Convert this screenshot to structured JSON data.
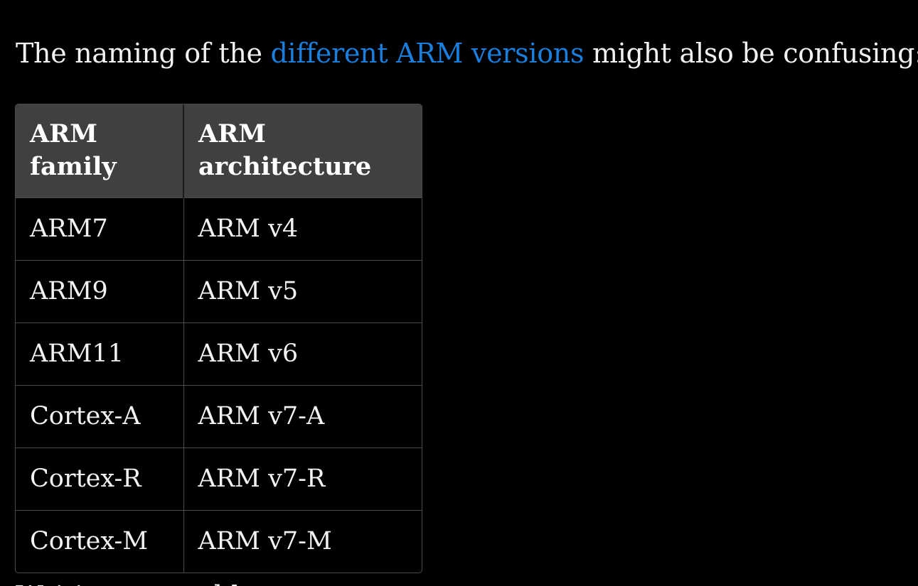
{
  "intro": {
    "before_link": "The naming of the ",
    "link_text": "different ARM versions",
    "after_link": " might also be confusing:",
    "link_color": "#1a7fdc"
  },
  "table": {
    "headers": [
      "ARM family",
      "ARM architecture"
    ],
    "rows": [
      [
        "ARM7",
        "ARM v4"
      ],
      [
        "ARM9",
        "ARM v5"
      ],
      [
        "ARM11",
        "ARM v6"
      ],
      [
        "Cortex-A",
        "ARM v7-A"
      ],
      [
        "Cortex-R",
        "ARM v7-R"
      ],
      [
        "Cortex-M",
        "ARM v7-M"
      ]
    ],
    "header_background": "#404040"
  },
  "next_heading_partial": "Writing to a table"
}
